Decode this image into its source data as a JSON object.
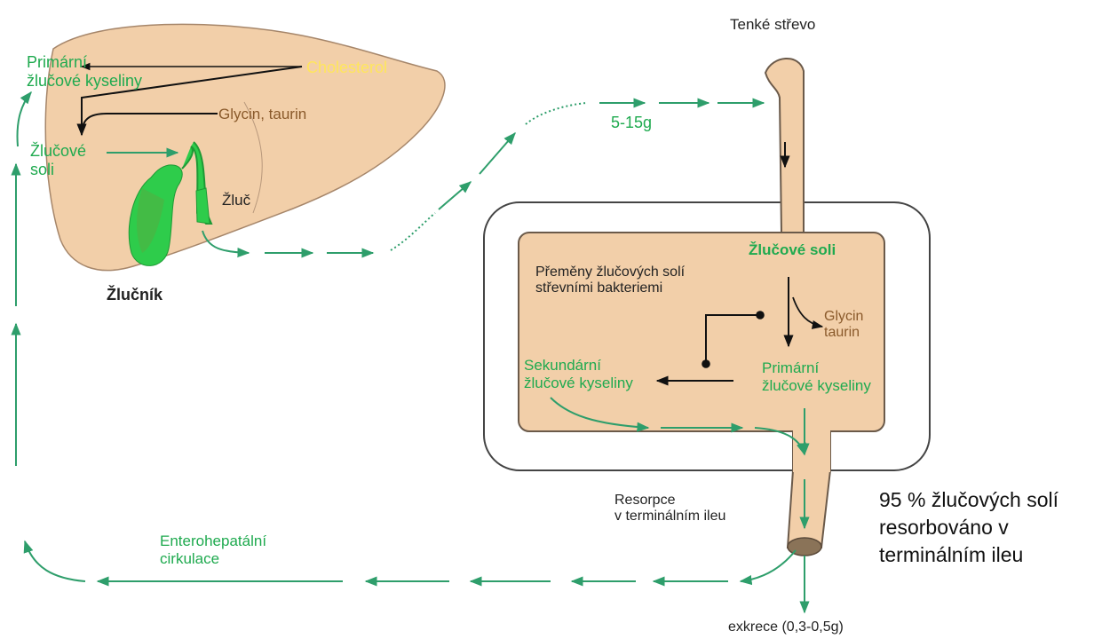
{
  "labels": {
    "small_intestine": "Tenké střevo",
    "amount": "5-15g",
    "primary_acids_liver": "Primární\nžlučové kyseliny",
    "cholesterol": "Cholesterol",
    "glycine_taurine_liver": "Glycin, taurin",
    "bile_salts_liver": "Žlučové\nsoli",
    "bile": "Žluč",
    "gallbladder": "Žlučník",
    "bile_salts_intestine": "Žlučové soli",
    "bacteria_transformation": "Přeměny žlučových solí\nstřevními bakteriemi",
    "glycine_taurine_intestine": "Glycin\ntaurin",
    "secondary_acids": "Sekundární\nžlučové kyseliny",
    "primary_acids_intestine": "Primární\nžlučové kyseliny",
    "resorption": "Resorpce\nv terminálním ileu",
    "reabsorbed_note": "95 % žlučových solí\nresorbováno v\nterminálním ileu",
    "enterohepatic": "Enterohepatální\ncirkulace",
    "excretion": "exkrece (0,3-0,5g)"
  },
  "colors": {
    "liver": "#f2cfa9",
    "liver_outline": "#a6866a",
    "gallbladder": "#2ecc4b",
    "intestine": "#f2cfa9",
    "arrow_green": "#2e9e6b",
    "text_green": "#1faa4f",
    "text_brown": "#8a5a2b",
    "cholesterol": "#ffe65c"
  }
}
